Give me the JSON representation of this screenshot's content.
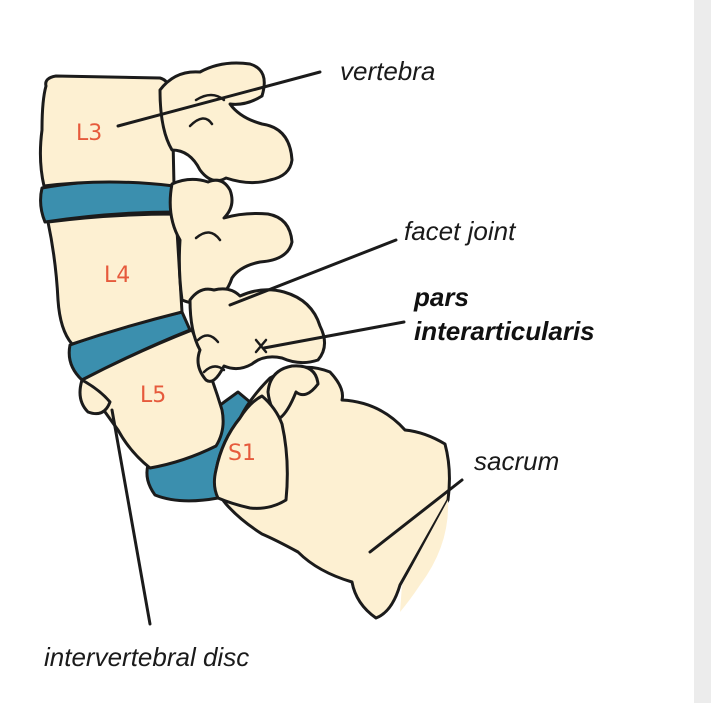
{
  "labels": {
    "vertebra": "vertebra",
    "facet_joint": "facet joint",
    "pars_line1": "pars",
    "pars_line2": "interarticularis",
    "sacrum": "sacrum",
    "intervertebral_disc": "intervertebral disc"
  },
  "vertebra_labels": {
    "l3": "L3",
    "l4": "L4",
    "l5": "L5",
    "s1": "S1"
  },
  "colors": {
    "bone_fill": "#fdf0d2",
    "disc_fill": "#3b8fae",
    "outline": "#1b1b1b",
    "vertebra_label": "#e65a3c",
    "scrollbar": "#ececec"
  }
}
